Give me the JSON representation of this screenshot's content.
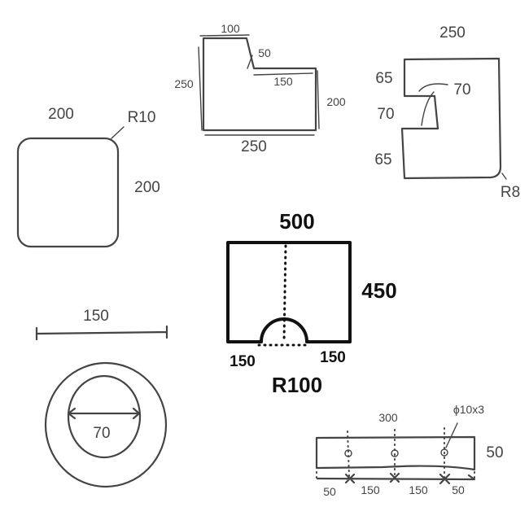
{
  "rounded_square": {
    "width": "200",
    "height": "200",
    "radius": "R10"
  },
  "l_shape": {
    "top": "100",
    "step": "50",
    "shelf": "150",
    "left": "250",
    "right": "200",
    "bottom": "250"
  },
  "notched_plate": {
    "width": "250",
    "top_segment": "65",
    "notch": "70",
    "bottom_segment": "65",
    "notch_depth": "70",
    "radius": "R8"
  },
  "plate_with_cutout": {
    "width": "500",
    "height": "450",
    "left_offset": "150",
    "right_offset": "150",
    "radius": "R100"
  },
  "ring": {
    "outer": "150",
    "inner": "70"
  },
  "bar": {
    "hole_span": "300",
    "holes": "ϕ10x3",
    "height": "50",
    "spacing": [
      "50",
      "150",
      "150",
      "50"
    ]
  }
}
